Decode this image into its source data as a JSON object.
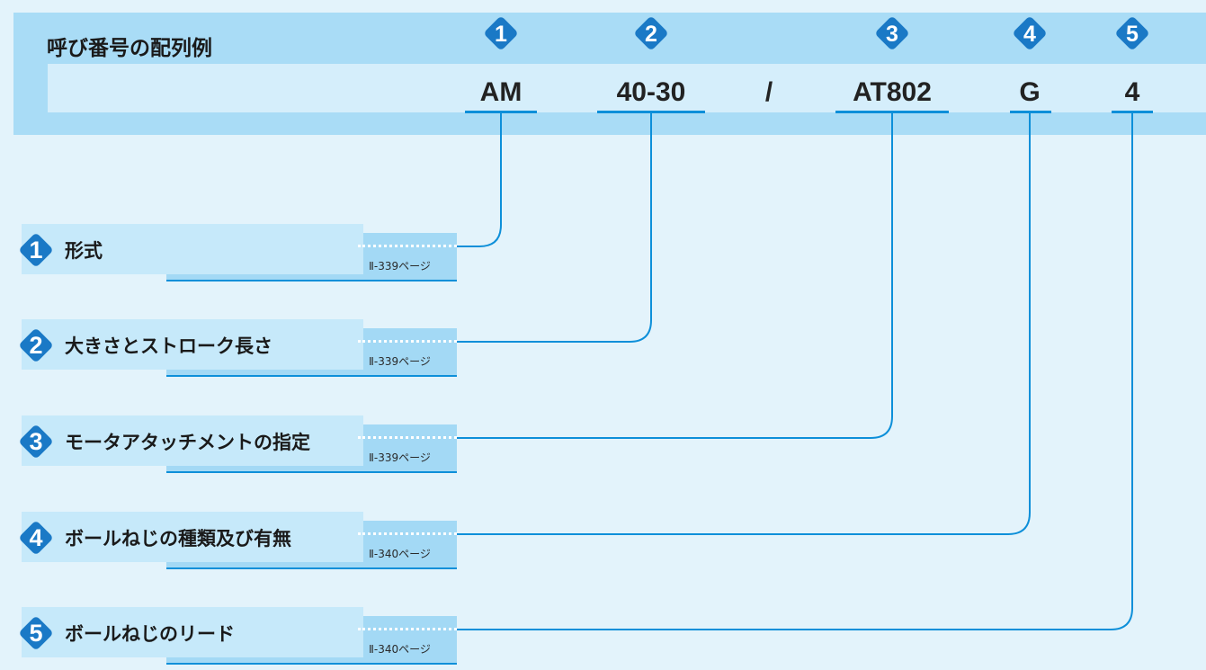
{
  "colors": {
    "background": "#e3f3fb",
    "header_band": "#a9dcf6",
    "code_box": "#d5eefb",
    "accent_blue": "#0d8fd9",
    "badge_blue": "#1a79c6",
    "row_panel": "#c6e9fa",
    "row_side_panel": "#a3d9f5"
  },
  "header": {
    "title": "呼び番号の配列例"
  },
  "code": {
    "tokens": [
      {
        "number": "1",
        "text": "AM"
      },
      {
        "number": "2",
        "text": "40-30"
      },
      {
        "separator": "/"
      },
      {
        "number": "3",
        "text": "AT802"
      },
      {
        "number": "4",
        "text": "G"
      },
      {
        "number": "5",
        "text": "4"
      }
    ]
  },
  "items": [
    {
      "number": "1",
      "label": "形式",
      "page": "Ⅱ-339ページ",
      "icon": "diamond-number-badge"
    },
    {
      "number": "2",
      "label": "大きさとストローク長さ",
      "page": "Ⅱ-339ページ",
      "icon": "diamond-number-badge"
    },
    {
      "number": "3",
      "label": "モータアタッチメントの指定",
      "page": "Ⅱ-339ページ",
      "icon": "diamond-number-badge"
    },
    {
      "number": "4",
      "label": "ボールねじの種類及び有無",
      "page": "Ⅱ-340ページ",
      "icon": "diamond-number-badge"
    },
    {
      "number": "5",
      "label": "ボールねじのリード",
      "page": "Ⅱ-340ページ",
      "icon": "diamond-number-badge"
    }
  ]
}
